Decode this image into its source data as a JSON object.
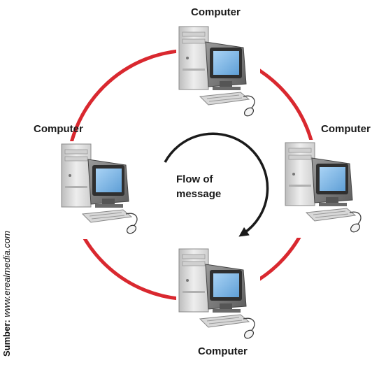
{
  "labels": {
    "top": "Computer",
    "left": "Computer",
    "right": "Computer",
    "bottom": "Computer",
    "flow_line1": "Flow of",
    "flow_line2": "message"
  },
  "source": {
    "prefix": "Sumber:",
    "text": "www.erealmedia.com"
  },
  "colors": {
    "ring": "#d9282f",
    "arrow": "#1a1a1a",
    "screen": "#7fb6e6",
    "case": "#e6e6e6"
  }
}
